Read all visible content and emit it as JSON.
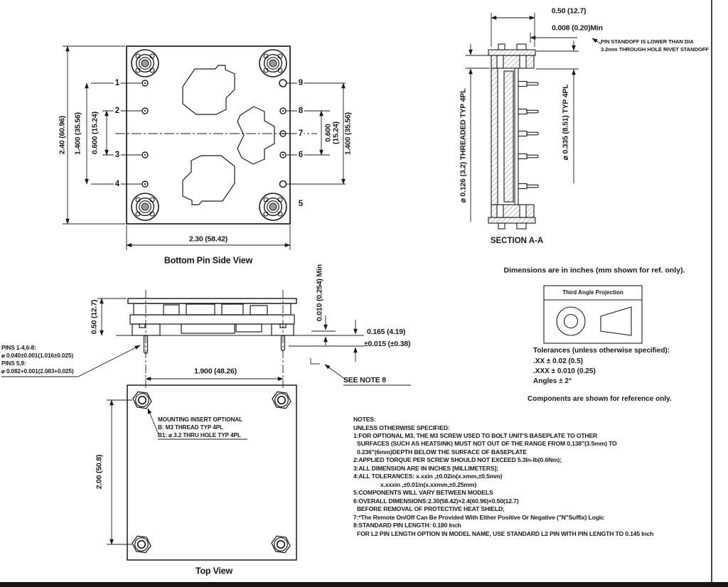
{
  "views": {
    "bottom_pin": {
      "title": "Bottom Pin Side View",
      "dim_height": "2.40 (60.96)",
      "dim_pin_span_left": "1.400 (35.56)",
      "dim_pin_inner_left": "0.600 (15.24)",
      "dim_pin_inner_right_l1": "0.600",
      "dim_pin_inner_right_l2": "(15.24)",
      "dim_pin_span_right": "1.400 (35.56)",
      "dim_width": "2.30 (58.42)",
      "pins_left": [
        "1",
        "2",
        "3",
        "4"
      ],
      "pins_right": [
        "9",
        "8",
        "7",
        "6",
        "5"
      ]
    },
    "section_aa": {
      "title": "SECTION A-A",
      "dim_depth": "0.50 (12.7)",
      "dim_standoff": "0.008 (0.20)Min",
      "callout_l1": "PIN STANDOFF IS LOWER THAN DIA",
      "callout_l2": "3.2mm THROUGH HOLE RIVET STANDOFF",
      "dim_threaded": "⌀ 0.126 (3.2) THREADED TYP 4PL",
      "dim_rivet": "⌀ 0.335 (8.51)  TYP 4PL"
    },
    "side": {
      "dim_height": "0.50 (12.7)",
      "dim_gap": "0.010 (0.254) Min",
      "dim_pin_length": "0.165 (4.19)",
      "dim_pin_tol": "±0.015 (±0.38)",
      "see_note": "SEE NOTE 8",
      "dim_pin_pitch": "1.900 (48.26)",
      "pin_note_l1": "PINS 1-4,6-8:",
      "pin_note_l2": "⌀ 0.040±0.001(1.016±0.025)",
      "pin_note_l3": "PINS 5,9:",
      "pin_note_l4": "⌀ 0.082+0.001(2.083+0.025)"
    },
    "top": {
      "title": "Top View",
      "dim_height": "2.00 (50.8)",
      "insert_l1": "MOUNTING INSERT OPTIONAL",
      "insert_l2": "B: M3 THREAD TYP 4PL",
      "insert_l3": "B1:  ⌀ 3.2 THRU HOLE TYP 4PL"
    }
  },
  "info": {
    "units_note": "Dimensions are in inches (mm shown for ref. only).",
    "projection_title": "Third Angle Projection",
    "tolerance_title": "Tolerances (unless otherwise specified):",
    "tolerance_xx": ".XX ± 0.02 (0.5)",
    "tolerance_xxx": ".XXX ± 0.010 (0.25)",
    "tolerance_angles": "Angles ± 2°",
    "reference_note": "Components are shown for reference only."
  },
  "notes": {
    "lines": [
      "NOTES:",
      "UNLESS OTHERWISE SPECIFIED:",
      "1:FOR OPTIONAL M3, THE M3 SCREW USED TO BOLT UNIT'S BASEPLATE TO OTHER",
      "SURFACES (SUCH AS HEATSINK) MUST NOT OUT OF THE RANGE FROM 0.138\"(3.5mm) TO",
      "0.236\"(6mm)DEPTH BELOW THE SURFACE OF BASEPLATE",
      "2:APPLIED TORQUE PER SCREW SHOULD NOT EXCEED 5.3In-lb(0.6Nm);",
      "3:ALL DIMENSION ARE IN INCHES [MILLIMETERS];",
      "4:ALL TOLERANCES: x.xxin ,±0.02in(x.xmm,±0.5mm)",
      "x.xxxin ,±0.01in(x.xxmm,±0.25mm)",
      "5:COMPONENTS WILL VARY BETWEEN MODELS",
      "6:OVERALL DIMENSIONS:2.30(58.42)×2.4(60.96)×0.50(12.7)",
      "BEFORE REMOVAL OF PROTECTIVE HEAT SHIELD;",
      "7:*The Remote On/Off Can Be Provided With Either Positive Or Negative (\"N\"Suffix) Logic",
      "8:STANDARD PIN LENGTH: 0.180 Inch",
      "FOR L2 PIN LENGTH OPTION IN MODEL NAME, USE STANDARD L2 PIN WITH PIN LENGTH TO 0.145 Inch"
    ]
  }
}
